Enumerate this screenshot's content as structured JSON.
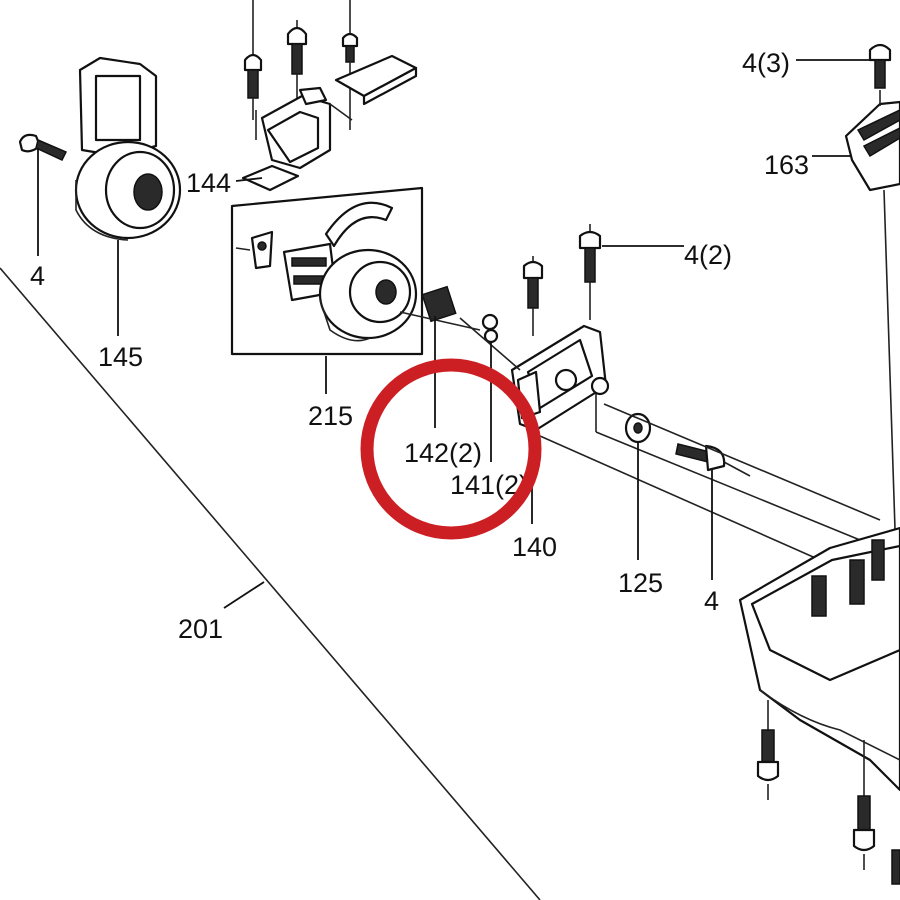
{
  "callouts": {
    "c4a": "4",
    "c145": "145",
    "c144": "144",
    "c215": "215",
    "c1422": "142(2)",
    "c1412": "141(2)",
    "c140": "140",
    "c125": "125",
    "c4b": "4",
    "c42": "4(2)",
    "c43": "4(3)",
    "c163": "163",
    "c201": "201"
  },
  "highlight": {
    "color": "#cc1f24"
  }
}
